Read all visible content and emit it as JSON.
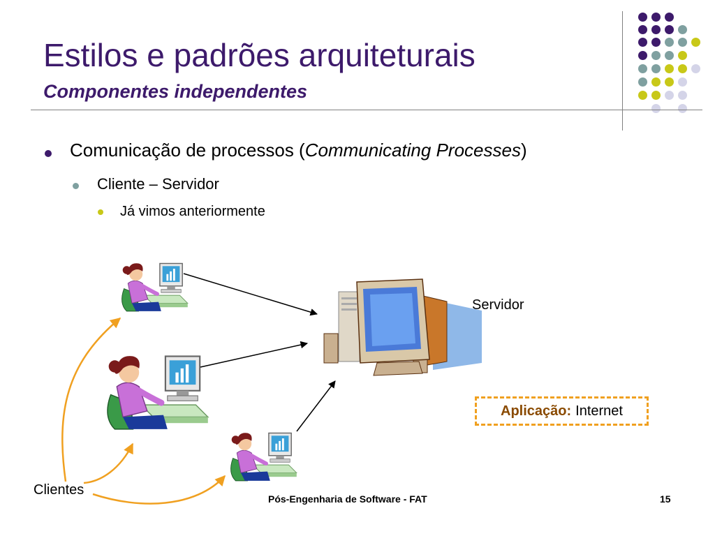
{
  "slide": {
    "title": "Estilos e padrões arquiteturais",
    "subtitle": "Componentes independentes",
    "bullets": {
      "level1_prefix": "Comunicação de processos (",
      "level1_italic": "Communicating Processes",
      "level1_suffix": ")",
      "level2": "Cliente – Servidor",
      "level3": "Já vimos anteriormente"
    }
  },
  "diagram": {
    "server_label": "Servidor",
    "clients_label": "Clientes",
    "app_key": "Aplicação:",
    "app_value": "Internet"
  },
  "footer": {
    "center": "Pós-Engenharia de Software - FAT",
    "page_number": "15"
  },
  "colors": {
    "title": "#3d1a6b",
    "deco_purple": "#3d1a6b",
    "deco_teal": "#7fa0a0",
    "deco_yellow": "#c8c818",
    "deco_lavender": "#d4d4e8",
    "curve_orange": "#f0a020"
  }
}
